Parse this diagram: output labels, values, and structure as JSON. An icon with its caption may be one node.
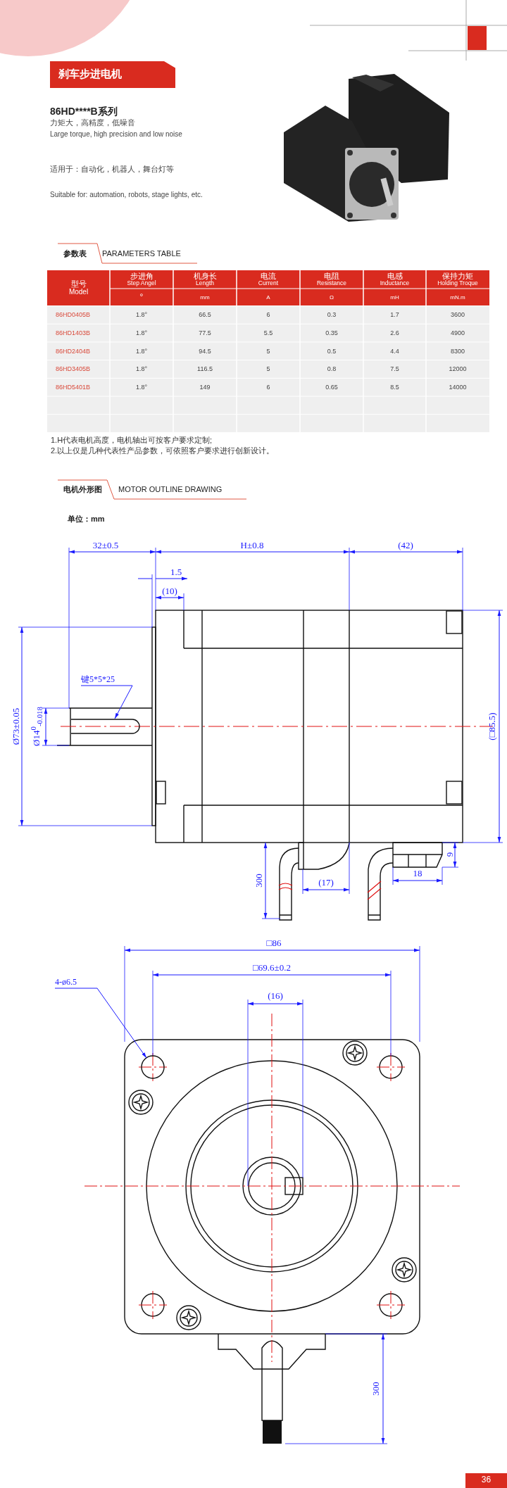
{
  "diagram": {
    "title": "刹车步进电机",
    "nodes": [
      {
        "text": [
          "键5*5*25"
        ]
      },
      {
        "text": [],
        "shape": "slot"
      },
      {
        "text": [
          "4-ø6.5"
        ]
      },
      {
        "text": [],
        "shape": "circle"
      }
    ],
    "edges": [
      {
        "from": 0,
        "to": 1,
        "arrow": "to"
      },
      {
        "from": 2,
        "to": 3,
        "arrow": "to"
      }
    ],
    "labels": [
      "86HD****B系列",
      "力矩大，高精度，低噪音",
      "Large torque, high precision and low noise",
      "适用于：自动化，机器人，舞台灯等",
      "Suitable for: automation, robots, stage lights, etc.",
      "参数表",
      "PARAMETERS TABLE",
      "型号",
      "Model",
      "步进角",
      "Step Angel",
      "机身长",
      "Length",
      "电流",
      "Current",
      "电阻",
      "Resistance",
      "电感",
      "Inductance",
      "保持力矩",
      "Holding Troque",
      "°",
      "mm",
      "A",
      "Ω",
      "mH",
      "mN.m",
      "86HD0405B",
      "1.8°",
      "66.5",
      "6",
      "0.3",
      "1.7",
      "3600",
      "86HD1403B",
      "1.8°",
      "77.5",
      "5.5",
      "0.35",
      "2.6",
      "4900",
      "86HD2404B",
      "1.8°",
      "94.5",
      "5",
      "0.5",
      "4.4",
      "8300",
      "86HD3405B",
      "1.8°",
      "116.5",
      "5",
      "0.8",
      "7.5",
      "12000",
      "86HD5401B",
      "1.8°",
      "149",
      "6",
      "0.65",
      "8.5",
      "14000",
      "1.H代表电机高度，电机轴出可按客户要求定制;",
      "2.以上仅是几种代表性产品参数，可依照客户要求进行创新设计。",
      "电机外形图",
      "MOTOR OUTLINE DRAWING",
      "单位：mm",
      "32±0.5",
      "H±0.8",
      "(42)",
      "1.5",
      "(10)",
      "Ø73±0.05",
      "Ø14$^{0}$$_{-0.018}$",
      "(□85.5)",
      "300",
      "(17)",
      "9",
      "18",
      "□86",
      "□69.6±0.2",
      "(16)",
      "300",
      "36"
    ]
  }
}
